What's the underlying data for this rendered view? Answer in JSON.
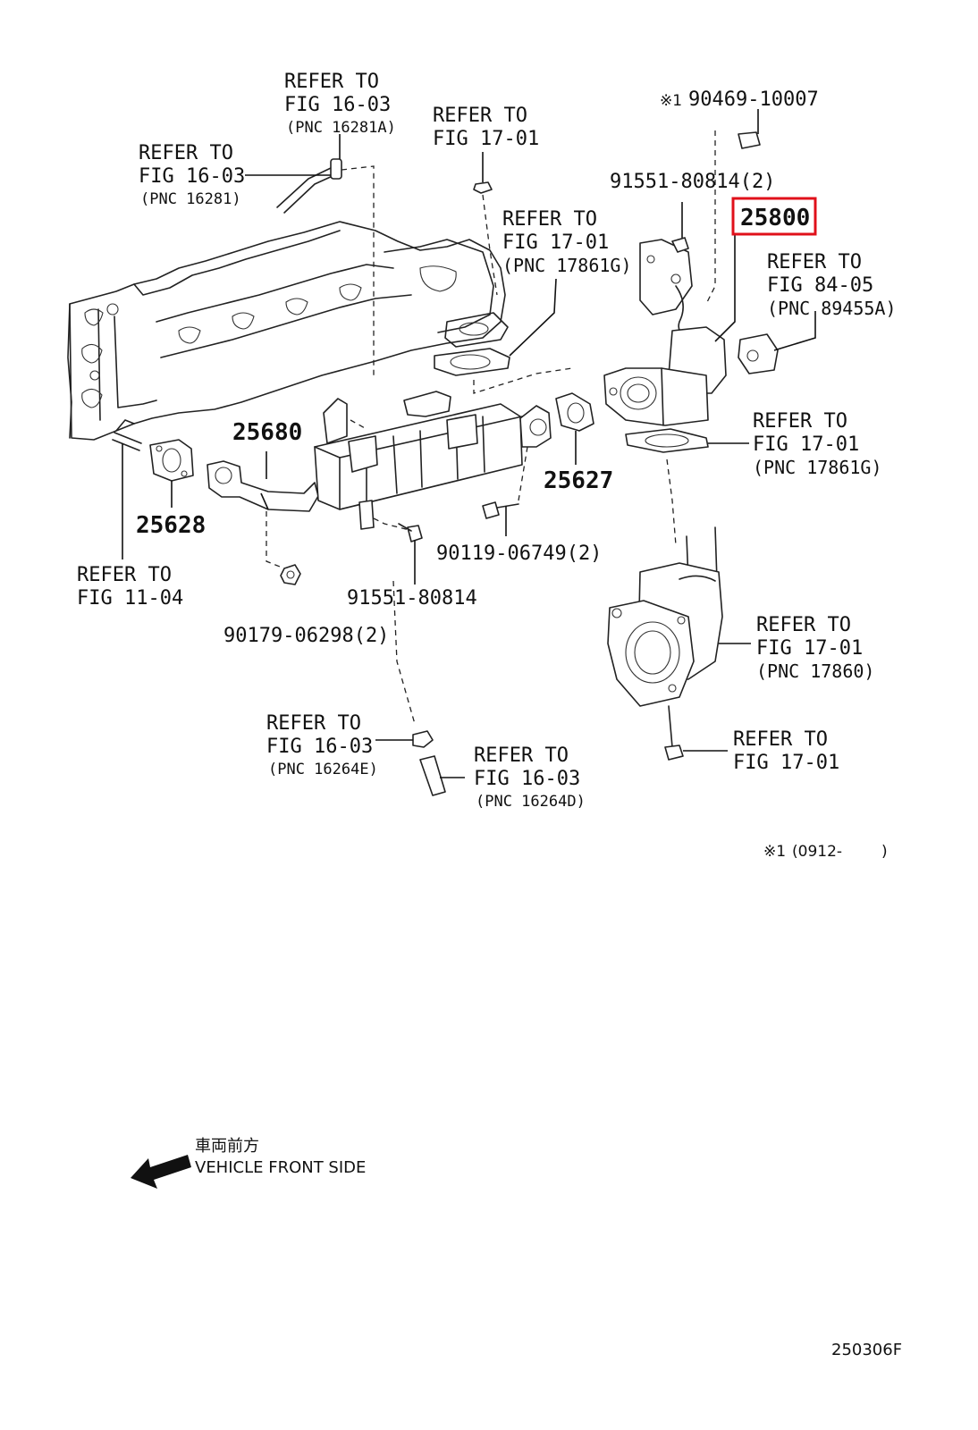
{
  "labels": {
    "ref_16_03_16281a": [
      "REFER TO",
      "FIG 16-03",
      "(PNC 16281A)"
    ],
    "ref_16_03_16281": [
      "REFER TO",
      "FIG 16-03",
      "(PNC 16281)"
    ],
    "ref_17_01_top": [
      "REFER TO",
      "FIG 17-01"
    ],
    "ref_17_01_17861g_left": [
      "REFER TO",
      "FIG 17-01",
      "(PNC 17861G)"
    ],
    "ref_84_05": [
      "REFER TO",
      "FIG 84-05",
      "(PNC 89455A)"
    ],
    "ref_17_01_17861g_right": [
      "REFER TO",
      "FIG 17-01",
      "(PNC 17861G)"
    ],
    "ref_11_04": [
      "REFER TO",
      "FIG 11-04"
    ],
    "ref_17_01_17860": [
      "REFER TO",
      "FIG 17-01",
      "(PNC 17860)"
    ],
    "ref_16_03_16264e": [
      "REFER TO",
      "FIG 16-03",
      "(PNC 16264E)"
    ],
    "ref_16_03_16264d": [
      "REFER TO",
      "FIG 16-03",
      "(PNC 16264D)"
    ],
    "ref_17_01_bottom": [
      "REFER TO",
      "FIG 17-01"
    ]
  },
  "parts": {
    "p90469": "90469-10007",
    "p90469_mark": "※1",
    "p91551_2": "91551-80814(2)",
    "p25800": "25800",
    "p25680": "25680",
    "p25627": "25627",
    "p25628": "25628",
    "p90119": "90119-06749(2)",
    "p91551": "91551-80814",
    "p90179": "90179-06298(2)"
  },
  "footnote": {
    "mark": "※1",
    "range": "(0912-",
    "close": ")"
  },
  "direction": {
    "jp": "車両前方",
    "en": "VEHICLE FRONT SIDE"
  },
  "figure_code": "250306F",
  "highlight": {
    "part": "25800",
    "color": "#e0101a"
  }
}
